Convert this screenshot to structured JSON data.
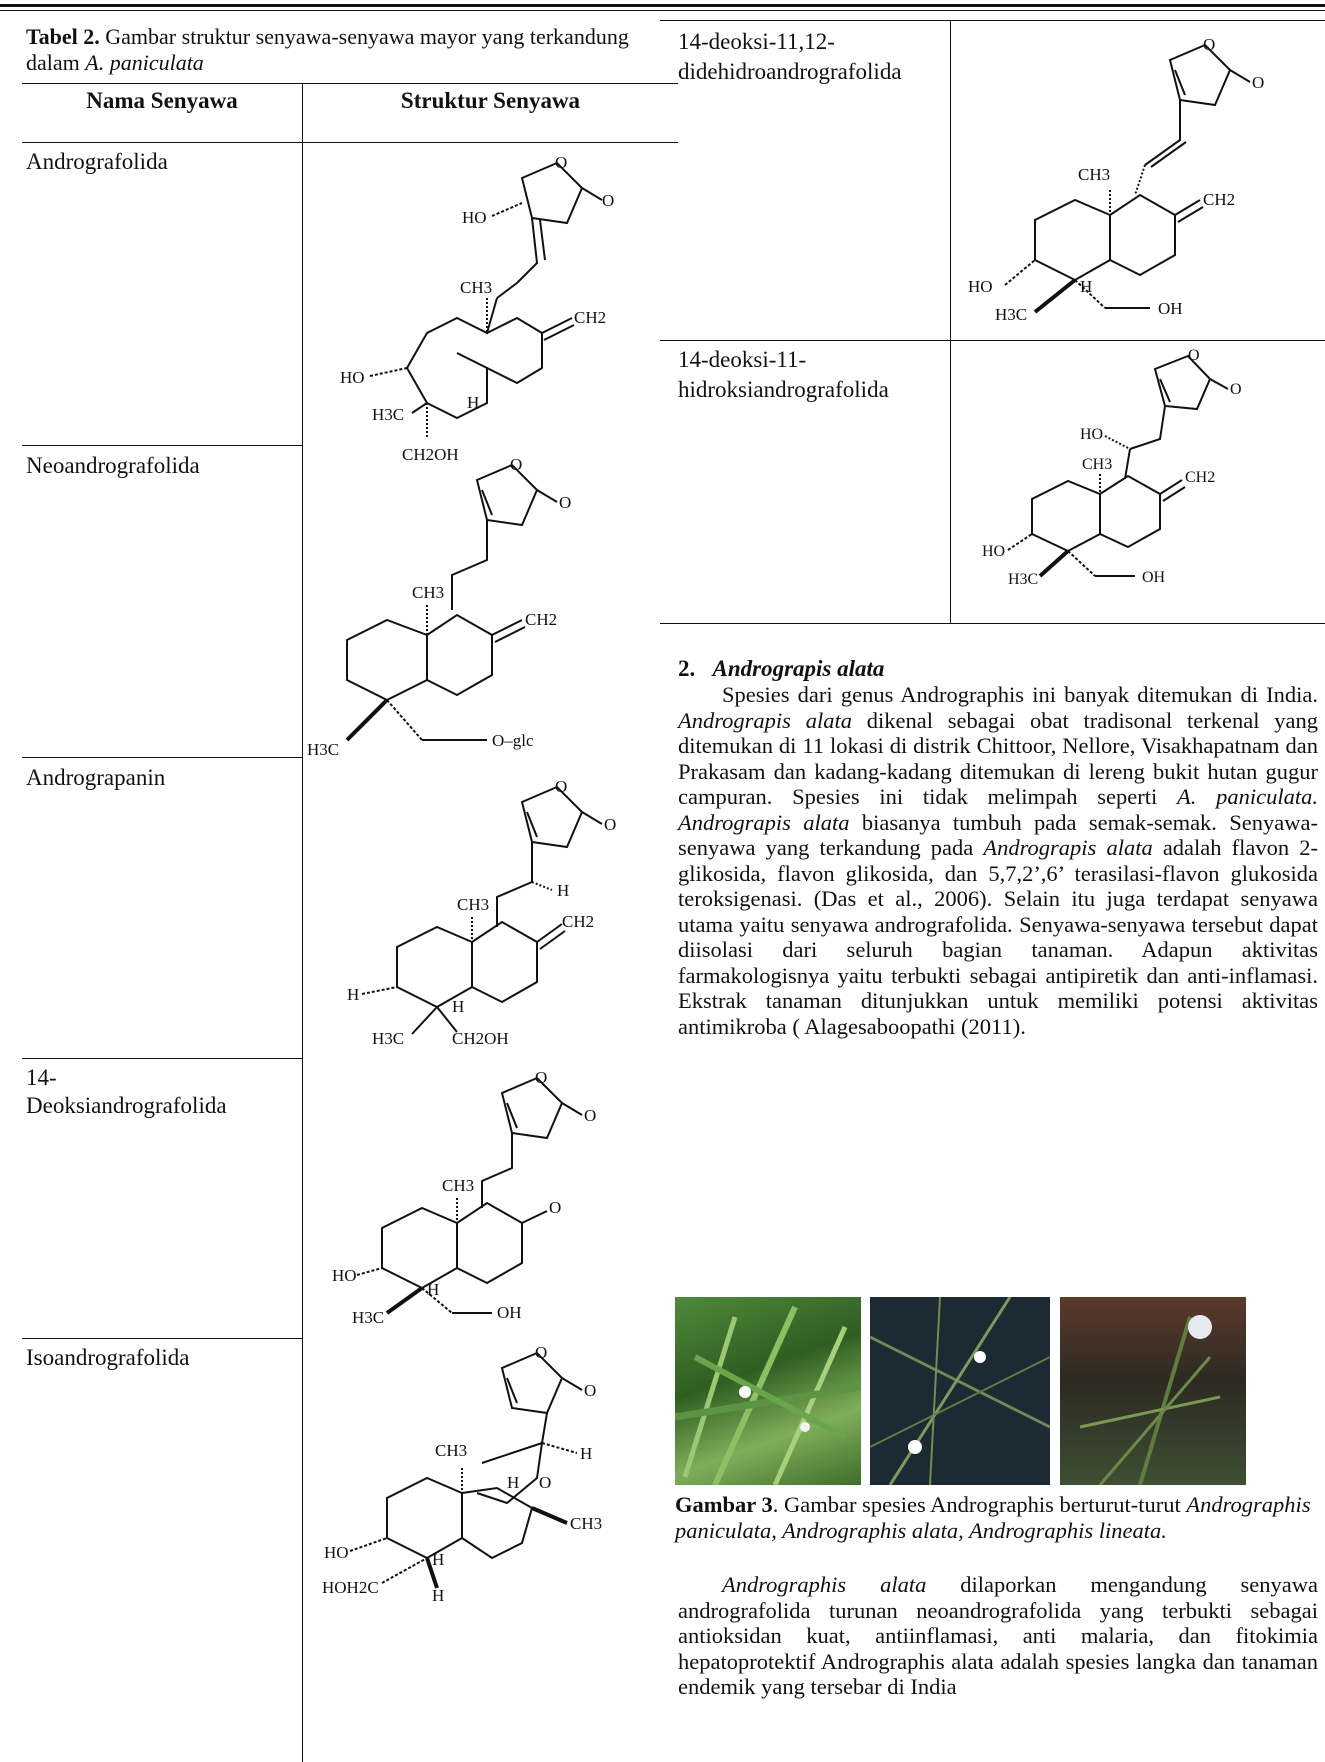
{
  "table": {
    "caption_bold": "Tabel 2.",
    "caption_text1": " Gambar struktur senyawa-senyawa mayor yang terkandung dalam ",
    "caption_italic": "A. paniculata",
    "col_name": "Nama Senyawa",
    "col_struct": "Struktur Senyawa",
    "rows": [
      {
        "name": "Andrografolida"
      },
      {
        "name": "Neoandrografolida"
      },
      {
        "name": "Andrograpanin"
      },
      {
        "name1": "14-",
        "name2": "Deoksiandrografolida"
      },
      {
        "name": "Isoandrografolida"
      },
      {
        "name1": "14-deoksi-11,12-",
        "name2": "didehidroandrografolida"
      },
      {
        "name1": "14-deoksi-11-",
        "name2": "hidroksiandrografolida"
      }
    ]
  },
  "chem": {
    "O": "O",
    "HO": "HO",
    "H": "H",
    "CH3": "CH3",
    "CH2": "CH2",
    "H3C": "H3C",
    "CH2OH": "CH2OH",
    "OH": "OH",
    "Oglc": "O–glc",
    "HOH2C": "HOH2C"
  },
  "section": {
    "number": "2.",
    "title": "Andrograpis alata",
    "p1": [
      {
        "t": "Spesies dari genus Andrographis ini banyak ditemukan di India. "
      },
      {
        "i": "Andrograpis alata"
      },
      {
        "t": " dikenal sebagai obat tradisonal terkenal yang ditemukan di 11 lokasi di distrik Chittoor, Nellore, Visakhapatnam dan Prakasam dan kadang-kadang ditemukan di lereng bukit hutan gugur campuran. Spesies ini tidak melimpah seperti "
      },
      {
        "i": "A. paniculata."
      },
      {
        "t": " "
      },
      {
        "i": "Andrograpis alata"
      },
      {
        "t": " biasanya tumbuh pada semak-semak. Senyawa-senyawa yang terkandung pada "
      },
      {
        "i": "Andrograpis alata"
      },
      {
        "t": " adalah flavon 2-glikosida, flavon glikosida, dan 5,7,2’,6’ terasilasi-flavon glukosida teroksigenasi. (Das et al., 2006). Selain itu juga terdapat senyawa utama yaitu senyawa andrografolida. Senyawa-senyawa tersebut dapat diisolasi dari seluruh bagian tanaman. Adapun aktivitas farmakologisnya yaitu terbukti sebagai antipiretik dan anti-inflamasi. Ekstrak tanaman ditunjukkan untuk memiliki potensi aktivitas antimikroba ( Alagesaboopathi (2011)."
      }
    ],
    "fig_bold": "Gambar 3",
    "fig_text": ". Gambar spesies Andrographis berturut-turut ",
    "fig_italic": "Andrographis paniculata, Andrographis alata, Andrographis lineata.",
    "p2": [
      {
        "i": "Andrographis alata"
      },
      {
        "t": " dilaporkan mengandung senyawa andrografolida turunan neoandrografolida yang terbukti sebagai antioksidan kuat, antiinflamasi, anti malaria, dan fitokimia hepatoprotektif Andrographis alata adalah spesies langka dan tanaman endemik yang tersebar di India"
      }
    ]
  }
}
